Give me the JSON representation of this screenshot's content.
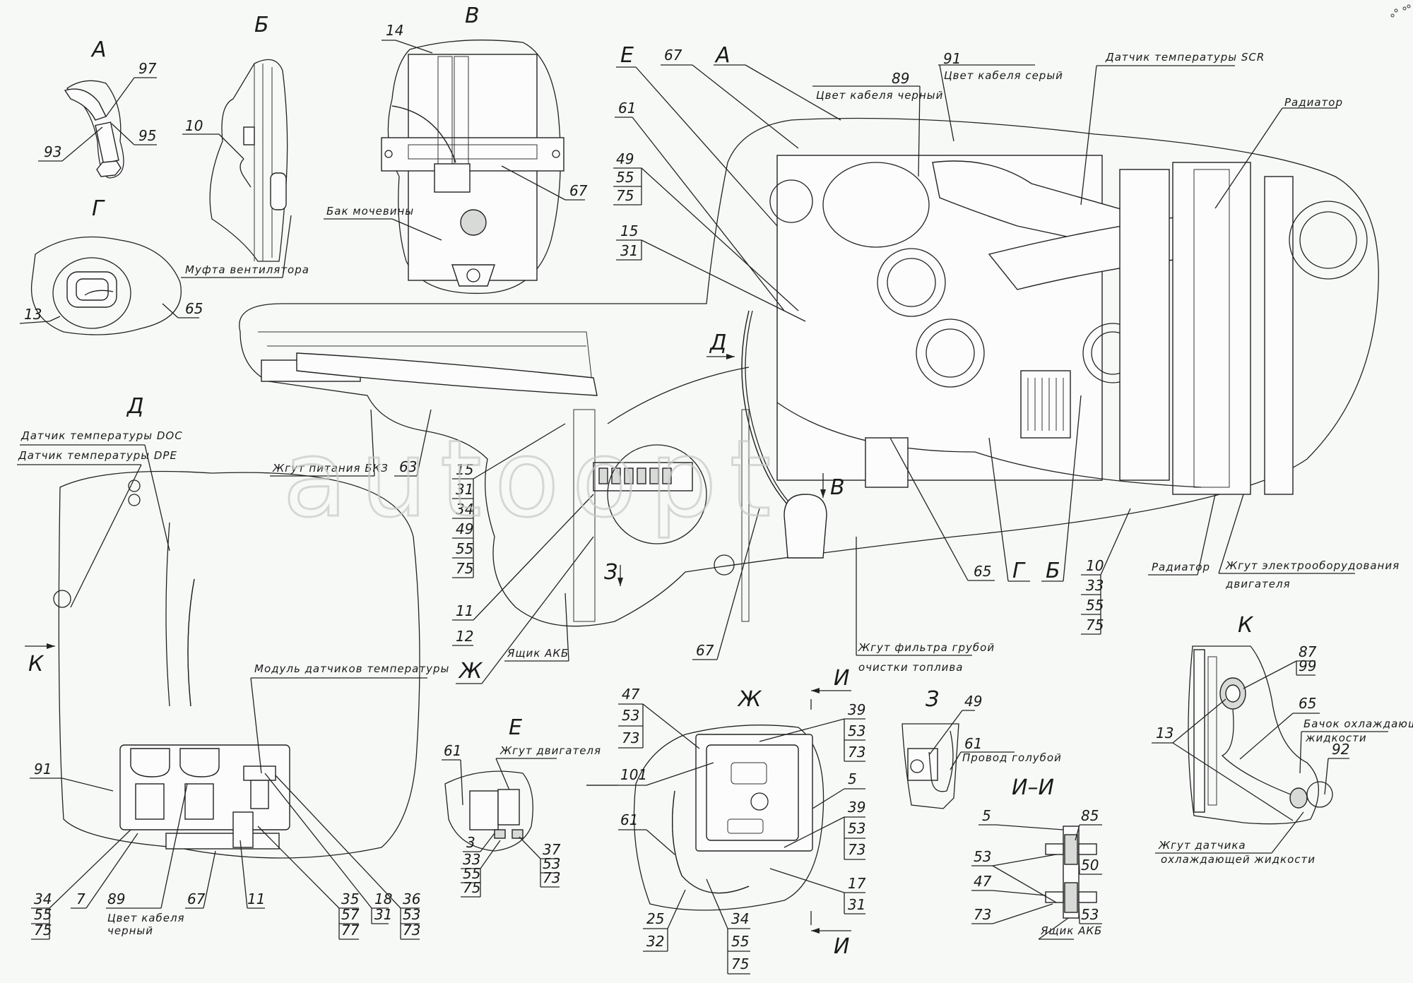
{
  "views": {
    "A": "А",
    "B": "Б",
    "V": "В",
    "G": "Г",
    "D": "Д",
    "E": "Е",
    "Zh": "Ж",
    "Z": "З",
    "I": "И",
    "II": "И–И",
    "K": "К"
  },
  "view_A": {
    "callouts": [
      "97",
      "95",
      "93"
    ]
  },
  "view_B": {
    "callouts": [
      "10"
    ],
    "notes": {
      "fan_clutch": "Муфта вентилятора"
    }
  },
  "view_V": {
    "callouts": [
      "14",
      "67"
    ],
    "notes": {
      "urea_tank": "Бак мочевины"
    }
  },
  "view_G": {
    "callouts": [
      "13",
      "65"
    ]
  },
  "main": {
    "top_callouts": {
      "E": "Е",
      "c67": "67",
      "A": "А",
      "c89": "89",
      "c91": "91",
      "c61": "61"
    },
    "notes": {
      "cable_black": "Цвет кабеля черный",
      "cable_grey": "Цвет кабеля серый",
      "scr_sensor": "Датчик температуры SCR",
      "radiator_top": "Радиатор",
      "radiator_bottom": "Радиатор",
      "engine_harness_1": "Жгут электрооборудования",
      "engine_harness_2": "двигателя",
      "bkz_harness": "Жгут питания БКЗ",
      "battery_box": "Ящик АКБ",
      "fuel_filter_1": "Жгут фильтра грубой",
      "fuel_filter_2": "очистки топлива"
    },
    "stack_49": [
      "49",
      "55",
      "75"
    ],
    "stack_15": [
      "15",
      "31"
    ],
    "stack_15b": [
      "15",
      "31",
      "34",
      "49",
      "55",
      "75"
    ],
    "c63": "63",
    "c11": "11",
    "c12": "12",
    "c67b": "67",
    "c65": "65",
    "stack_10": [
      "10",
      "33",
      "55",
      "75"
    ],
    "arrow_D": "Д",
    "arrow_V": "В",
    "arrow_Z": "З",
    "leader_G": "Г",
    "leader_B": "Б",
    "leader_Zh": "Ж"
  },
  "view_D": {
    "notes": {
      "doc_sensor": "Датчик температуры DOC",
      "dpf_sensor": "Датчик температуры DPE",
      "temp_module": "Модуль датчиков температуры",
      "cable_black_1": "Цвет кабеля",
      "cable_black_2": "черный"
    },
    "c91": "91",
    "stack_34": [
      "34",
      "55",
      "75"
    ],
    "c7": "7",
    "c89": "89",
    "c67": "67",
    "c11": "11",
    "stack_35": [
      "35",
      "57",
      "77"
    ],
    "stack_18": [
      "18",
      "31"
    ],
    "stack_36": [
      "36",
      "53",
      "73"
    ],
    "arrow_K": "К"
  },
  "view_E": {
    "c61": "61",
    "c3": "3",
    "stack_33": [
      "33",
      "55",
      "75"
    ],
    "stack_37": [
      "37",
      "53",
      "73"
    ],
    "notes": {
      "engine_harness": "Жгут двигателя"
    }
  },
  "view_Zh": {
    "stack_47": [
      "47",
      "53",
      "73"
    ],
    "c101": "101",
    "c61": "61",
    "stack_39a": [
      "39",
      "53",
      "73"
    ],
    "c5": "5",
    "stack_39b": [
      "39",
      "53",
      "73"
    ],
    "stack_17": [
      "17",
      "31"
    ],
    "stack_25": [
      "25",
      "32"
    ],
    "stack_34": [
      "34",
      "55",
      "75"
    ]
  },
  "view_Z": {
    "c49": "49",
    "c61": "61",
    "notes": {
      "blue_wire": "Провод голубой"
    }
  },
  "view_II": {
    "c5": "5",
    "c85": "85",
    "c53a": "53",
    "c50": "50",
    "c47": "47",
    "c73": "73",
    "c53b": "53",
    "notes": {
      "battery_box": "Ящик АКБ"
    }
  },
  "view_K": {
    "stack_87": [
      "87",
      "99"
    ],
    "c65": "65",
    "c13": "13",
    "c92": "92",
    "notes": {
      "coolant_tank_1": "Бачок охлаждающей",
      "coolant_tank_2": "жидкости",
      "coolant_harness_1": "Жгут датчика",
      "coolant_harness_2": "охлаждающей жидкости"
    }
  },
  "watermark": "autoopt"
}
